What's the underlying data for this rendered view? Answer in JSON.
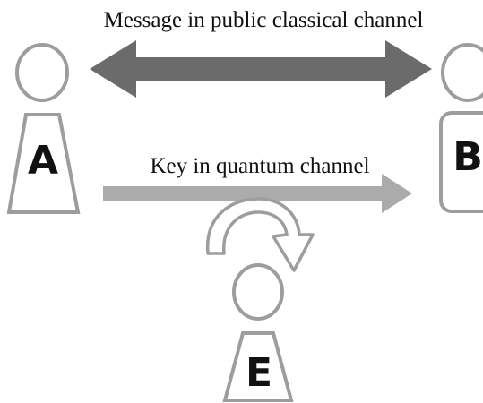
{
  "labels": {
    "classical_channel": "Message in public classical channel",
    "quantum_channel": "Key in quantum channel"
  },
  "parties": {
    "alice": "A",
    "bob": "B",
    "eve": "E"
  },
  "colors": {
    "classical_arrow": "#6b6b6b",
    "quantum_arrow": "#ababab",
    "figure_outline": "#9d9d9d",
    "text": "#111111",
    "background": "#ffffff"
  }
}
